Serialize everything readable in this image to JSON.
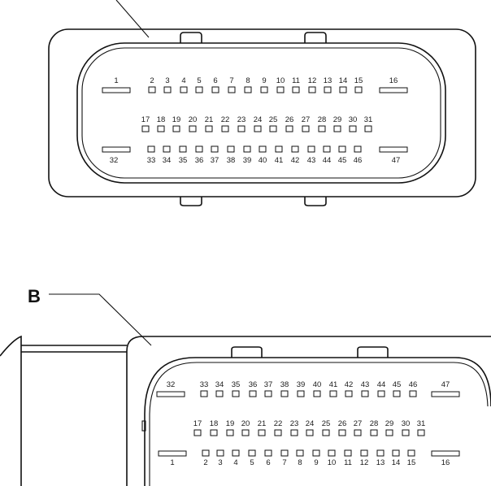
{
  "connector_a": {
    "top_numbers": [
      "1",
      "2",
      "3",
      "4",
      "5",
      "6",
      "7",
      "8",
      "9",
      "10",
      "11",
      "12",
      "13",
      "14",
      "15",
      "16"
    ],
    "middle_numbers": [
      "17",
      "18",
      "19",
      "20",
      "21",
      "22",
      "23",
      "24",
      "25",
      "26",
      "27",
      "28",
      "29",
      "30",
      "31"
    ],
    "bottom_numbers": [
      "32",
      "33",
      "34",
      "35",
      "36",
      "37",
      "38",
      "39",
      "40",
      "41",
      "42",
      "43",
      "44",
      "45",
      "46",
      "47"
    ]
  },
  "connector_b": {
    "callout_label": "B",
    "top_numbers": [
      "32",
      "33",
      "34",
      "35",
      "36",
      "37",
      "38",
      "39",
      "40",
      "41",
      "42",
      "43",
      "44",
      "45",
      "46",
      "47"
    ],
    "middle_numbers": [
      "17",
      "18",
      "19",
      "20",
      "21",
      "22",
      "23",
      "24",
      "25",
      "26",
      "27",
      "28",
      "29",
      "30",
      "31"
    ],
    "bottom_numbers": [
      "1",
      "2",
      "3",
      "4",
      "5",
      "6",
      "7",
      "8",
      "9",
      "10",
      "11",
      "12",
      "13",
      "14",
      "15",
      "16"
    ]
  }
}
